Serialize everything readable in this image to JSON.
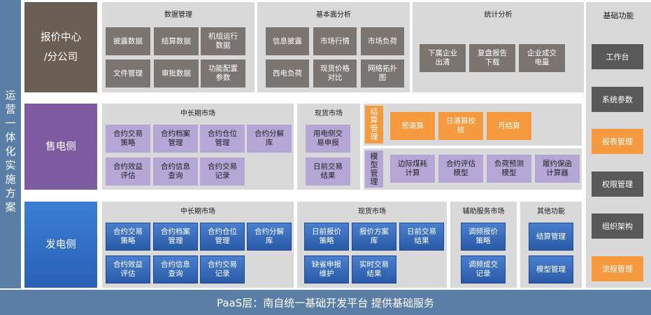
{
  "left_bar": {
    "label_chars": [
      "运",
      "营",
      "一",
      "体",
      "化",
      "实",
      "施",
      "方",
      "案"
    ]
  },
  "rows": {
    "quote": {
      "label_line1": "报价中心",
      "label_line2": "/分公司"
    },
    "sales": {
      "label": "售电侧"
    },
    "gen": {
      "label": "发电侧"
    }
  },
  "quote_panels": {
    "data_mgmt": {
      "title": "数据管理",
      "items": [
        "披露数据",
        "结算数据",
        "机组运行\n数据",
        "文件管理",
        "审批数据",
        "功能配置\n参数"
      ]
    },
    "fundamental": {
      "title": "基本面分析",
      "items": [
        "信息披露",
        "市场行情",
        "市场负荷",
        "西电负荷",
        "现货价格\n对比",
        "网络拓扑\n图"
      ]
    },
    "stats": {
      "title": "统计分析",
      "items": [
        "下属企业\n出清",
        "复盘报告\n下载",
        "企业成交\n电量"
      ]
    }
  },
  "sales_panels": {
    "midlong": {
      "title": "中长期市场",
      "items": [
        "合约交易\n策略",
        "合约档案\n管理",
        "合约仓位\n管理",
        "合约分解\n库",
        "合约效益\n评估",
        "合约信息\n查询",
        "合约交易\n记录"
      ]
    },
    "spot": {
      "title": "现货市场",
      "items": [
        "用电侧交\n易申报",
        "日前交易\n结果"
      ]
    },
    "settlement": {
      "title_chars": [
        "结",
        "算",
        "管",
        "理"
      ],
      "items": [
        "预清算",
        "日清算校\n核",
        "月结算"
      ]
    },
    "model": {
      "title_chars": [
        "模",
        "型",
        "管",
        "理"
      ],
      "items": [
        "边际煤耗\n计算",
        "合约评估\n模型",
        "负荷预测\n模型",
        "履约保函\n计算器"
      ]
    }
  },
  "gen_panels": {
    "midlong": {
      "title": "中长期市场",
      "items": [
        "合约交易\n策略",
        "合约档案\n管理",
        "合约仓位\n管理",
        "合约分解\n库",
        "合约效益\n评估",
        "合约信息\n查询",
        "合约交易\n记录"
      ]
    },
    "spot": {
      "title": "现货市场",
      "items": [
        "日前报价\n策略",
        "报价方案\n库",
        "日前交易\n结果",
        "缺省申报\n维护",
        "实时交易\n结果"
      ]
    },
    "aux": {
      "title": "辅助服务市场",
      "items": [
        "调频报价\n策略",
        "调频成交\n记录"
      ]
    },
    "other": {
      "title": "其他功能",
      "items": [
        "结算管理",
        "模型管理"
      ]
    }
  },
  "basic": {
    "title": "基础功能",
    "items": [
      "工作台",
      "系统参数",
      "报表管理",
      "权限管理",
      "组织架构",
      "流程管理"
    ]
  },
  "footer": {
    "text": "PaaS层：南自统一基础开发平台 提供基础服务"
  },
  "colors": {
    "panel_bg": "#d9d9d9",
    "gray_box": "#7b7571",
    "purple_box": "#b4a7d6",
    "orange_box": "#f59a3e",
    "blue_box": "#2f66b8",
    "dark_box": "#595959",
    "left_bar": "#5b7ea6",
    "quote_side": "#6b5e54",
    "sales_side": "#7e5aa1",
    "gen_side": "#2e6ec7",
    "footer_bg": "#5b7ea6"
  }
}
